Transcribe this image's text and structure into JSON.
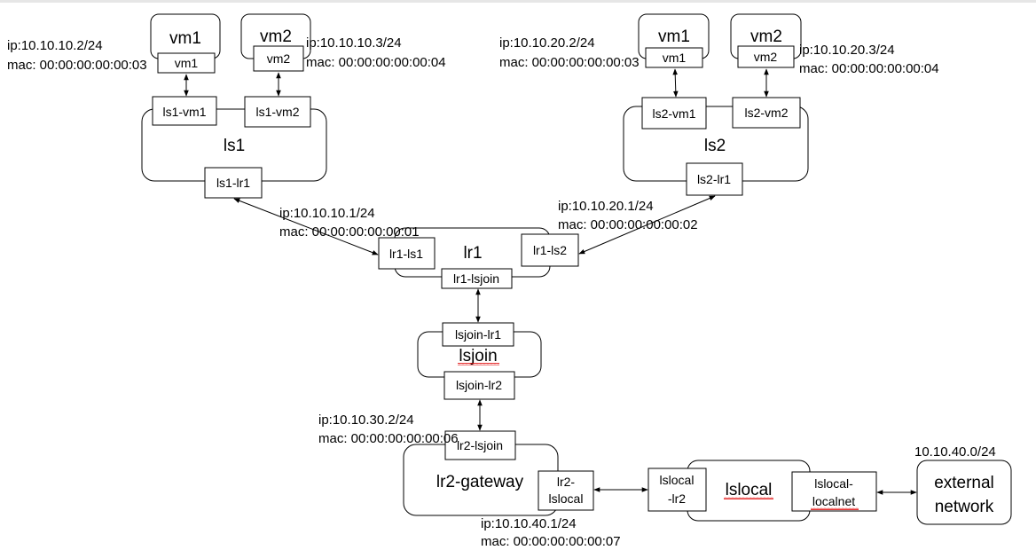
{
  "nodes": {
    "vm1_left": "vm1",
    "vm2_left": "vm2",
    "vm1_right": "vm1",
    "vm2_right": "vm2",
    "ls1": "ls1",
    "ls2": "ls2",
    "lr1": "lr1",
    "lsjoin": "lsjoin",
    "lr2_gateway": "lr2-gateway",
    "lslocal": "lslocal",
    "external_network_line1": "external",
    "external_network_line2": "network"
  },
  "ports": {
    "vm1_left": "vm1",
    "vm2_left": "vm2",
    "vm1_right": "vm1",
    "vm2_right": "vm2",
    "ls1_vm1": "ls1-vm1",
    "ls1_vm2": "ls1-vm2",
    "ls1_lr1": "ls1-lr1",
    "ls2_vm1": "ls2-vm1",
    "ls2_vm2": "ls2-vm2",
    "ls2_lr1": "ls2-lr1",
    "lr1_ls1": "lr1-ls1",
    "lr1_ls2": "lr1-ls2",
    "lr1_lsjoin": "lr1-lsjoin",
    "lsjoin_lr1": "lsjoin-lr1",
    "lsjoin_lr2": "lsjoin-lr2",
    "lr2_lsjoin": "lr2-lsjoin",
    "lr2_lslocal_line1": "lr2-",
    "lr2_lslocal_line2": "lslocal",
    "lslocal_lr2_line1": "lslocal",
    "lslocal_lr2_line2": "-lr2",
    "lslocal_localnet_line1": "lslocal-",
    "lslocal_localnet_line2": "localnet"
  },
  "annotations": {
    "vm1_left_ip": "ip:10.10.10.2/24",
    "vm1_left_mac": "mac: 00:00:00:00:00:03",
    "vm2_left_ip": "ip:10.10.10.3/24",
    "vm2_left_mac": "mac: 00:00:00:00:00:04",
    "vm1_right_ip": "ip:10.10.20.2/24",
    "vm1_right_mac": "mac: 00:00:00:00:00:03",
    "vm2_right_ip": "ip:10.10.20.3/24",
    "vm2_right_mac": "mac: 00:00:00:00:00:04",
    "lr1_ls1_ip": "ip:10.10.10.1/24",
    "lr1_ls1_mac": "mac: 00:00:00:00:00:01",
    "lr1_ls2_ip": "ip:10.10.20.1/24",
    "lr1_ls2_mac": "mac: 00:00:00:00:00:02",
    "lr2_lsjoin_ip": "ip:10.10.30.2/24",
    "lr2_lsjoin_mac": "mac: 00:00:00:00:00:06",
    "lr2_lslocal_ip": "ip:10.10.40.1/24",
    "lr2_lslocal_mac": "mac: 00:00:00:00:00:07",
    "external_subnet": "10.10.40.0/24"
  },
  "colors": {
    "line": "#000000",
    "background": "#ffffff",
    "spellcheck_underline": "#e00000"
  }
}
